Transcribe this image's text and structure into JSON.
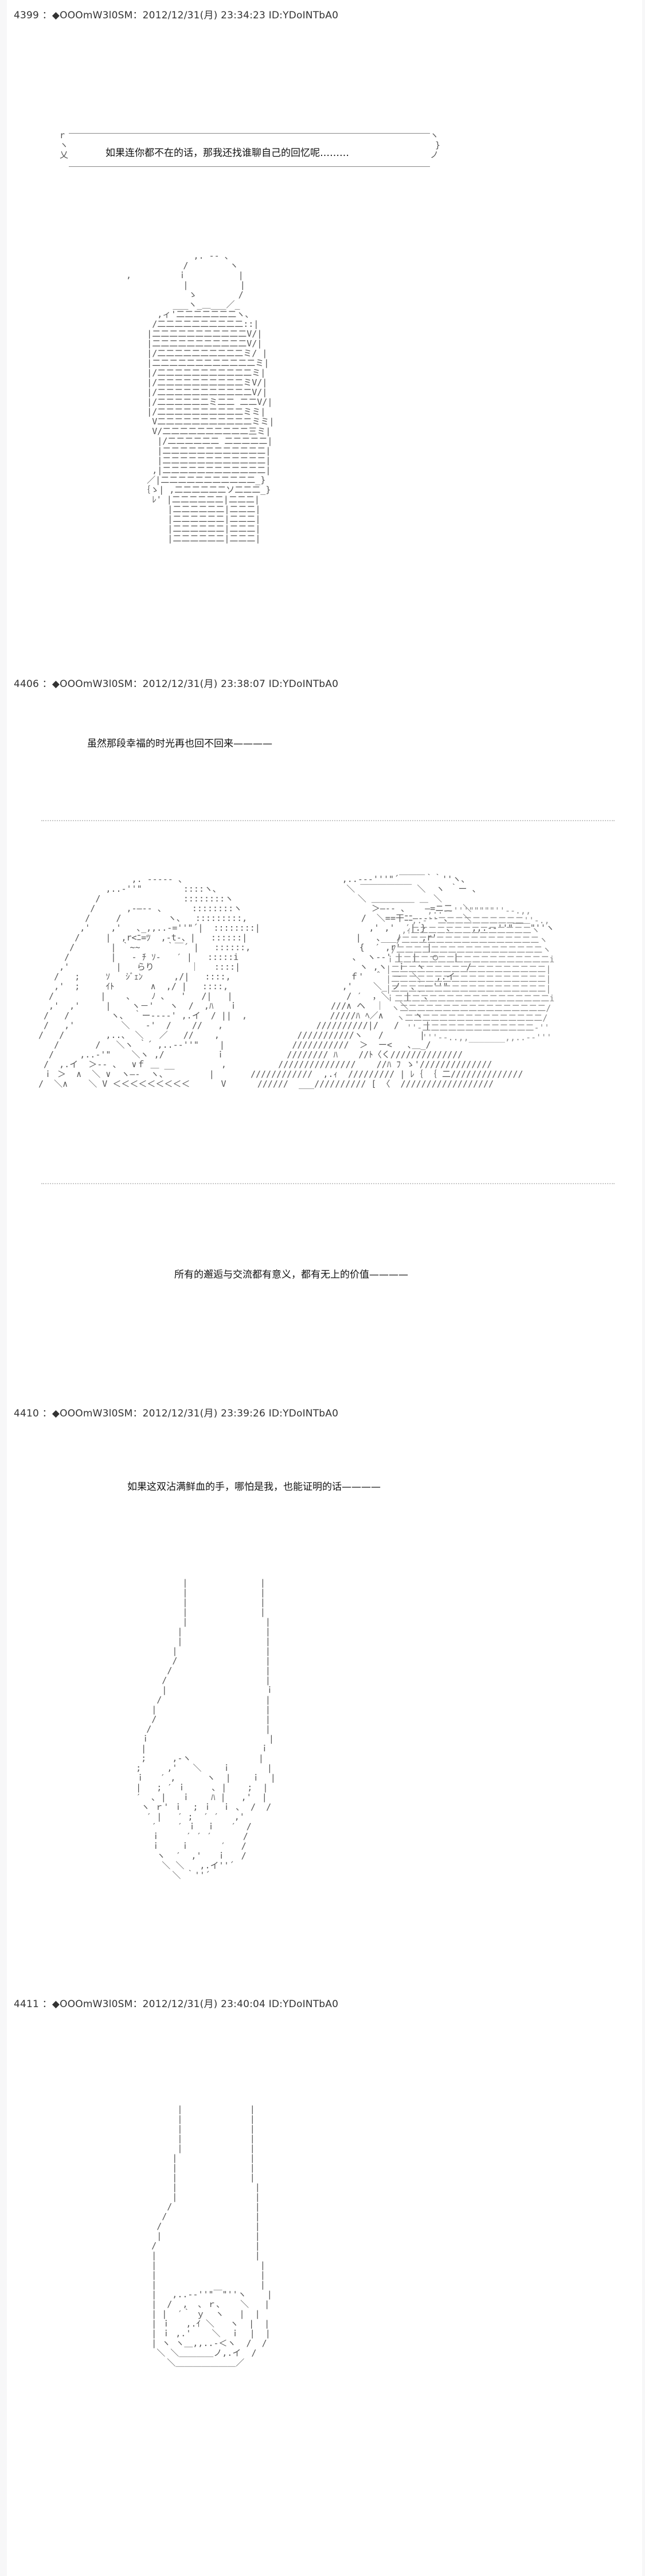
{
  "posts": [
    {
      "header": "4399 ：◆OOOmW3l0SM：2012/12/31(月) 23:34:23 ID:YDoINTbA0",
      "bubble_text": "如果连你都不在的话，那我还找谁聊自己的回忆呢………"
    },
    {
      "header": "4406 ：◆OOOmW3l0SM：2012/12/31(月) 23:38:07 ID:YDoINTbA0",
      "line1": "虽然那段幸福的时光再也回不回来————",
      "line2": "所有的邂逅与交流都有意义，都有无上的价值————"
    },
    {
      "header": "4410 ：◆OOOmW3l0SM：2012/12/31(月) 23:39:26 ID:YDoINTbA0",
      "line1": "如果这双沾满鲜血的手，哪怕是我，也能证明的话————"
    },
    {
      "header": "4411 ：◆OOOmW3l0SM：2012/12/31(月) 23:40:04 ID:YDoINTbA0"
    }
  ]
}
